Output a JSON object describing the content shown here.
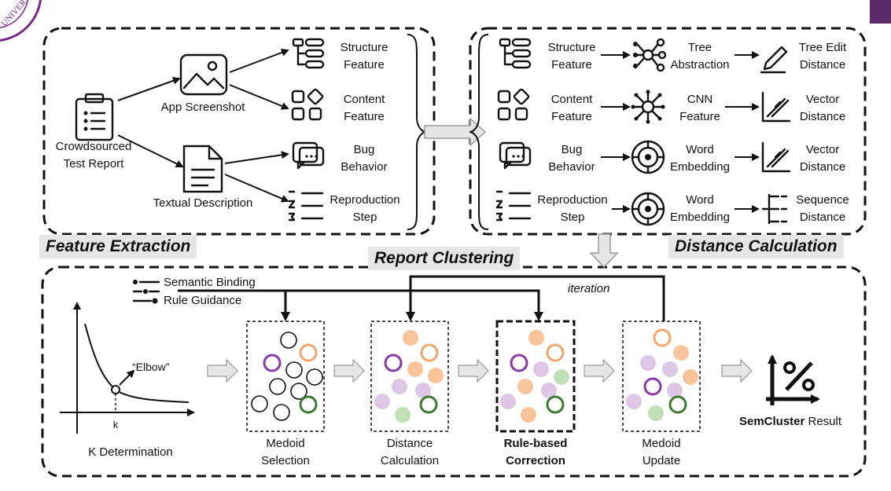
{
  "feature_extraction": {
    "title": "Feature Extraction",
    "crowdsourced_report": "Crowdsourced\nTest Report",
    "app_screenshot": "App Screenshot",
    "textual_description": "Textual Description",
    "structure_feature": "Structure\nFeature",
    "content_feature": "Content\nFeature",
    "bug_behavior": "Bug\nBehavior",
    "reproduction_step": "Reproduction\nStep"
  },
  "distance_calculation": {
    "title": "Distance Calculation",
    "rows": [
      {
        "feature": "Structure\nFeature",
        "method": "Tree\nAbstraction",
        "distance": "Tree Edit\nDistance"
      },
      {
        "feature": "Content\nFeature",
        "method": "CNN\nFeature",
        "distance": "Vector\nDistance"
      },
      {
        "feature": "Bug\nBehavior",
        "method": "Word\nEmbedding",
        "distance": "Vector\nDistance"
      },
      {
        "feature": "Reproduction\nStep",
        "method": "Word\nEmbedding",
        "distance": "Sequence\nDistance"
      }
    ]
  },
  "report_clustering": {
    "title": "Report Clustering",
    "legend": {
      "semantic_binding": "Semantic Binding",
      "rule_guidance": "Rule Guidance"
    },
    "iteration": "iteration",
    "elbow": "“Elbow”",
    "k": "k",
    "k_determination": "K Determination",
    "steps": [
      {
        "label": "Medoid\nSelection"
      },
      {
        "label": "Distance\nCalculation"
      },
      {
        "label": "Rule-based\nCorrection"
      },
      {
        "label": "Medoid\nUpdate"
      }
    ],
    "result_bold": "SemCluster",
    "result_rest": " Result"
  },
  "colors": {
    "orange": "#F0A66B",
    "orange_light": "#F8C49C",
    "purple": "#8A3AA8",
    "purple_light": "#DCC8E4",
    "green": "#3D7A2E",
    "green_light": "#C2E0B8",
    "pill": "#E6E6E6"
  }
}
